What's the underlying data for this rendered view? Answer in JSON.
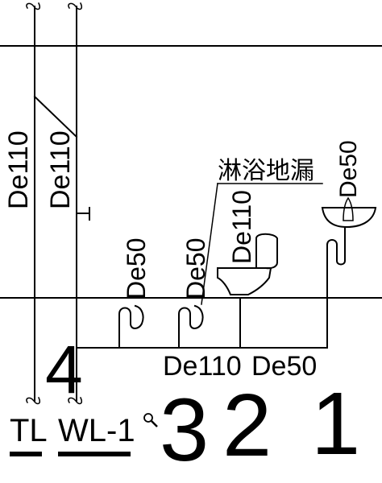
{
  "labels": {
    "tl_pipe_size": "De110",
    "wl_pipe_size": "De110",
    "floor_drain_1_size": "De50",
    "floor_drain_2_size": "De50",
    "toilet_size": "De110",
    "basin_size": "De50",
    "shower_floor_drain": "淋浴地漏",
    "branch_size_left": "De110",
    "branch_size_right": "De50",
    "tl_id": "TL",
    "wl_id": "WL-1",
    "num_4": "4",
    "num_3": "3",
    "num_2": "2",
    "num_1": "1"
  },
  "icons": {
    "zoom": "magnifier-icon"
  }
}
